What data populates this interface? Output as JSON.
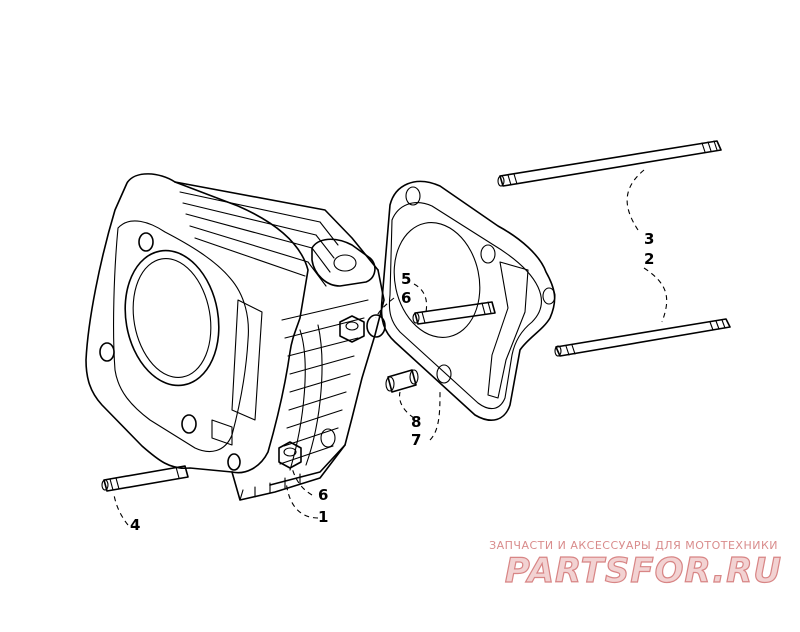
{
  "callouts": {
    "part_1": "1",
    "part_2": "2",
    "part_3": "3",
    "part_4": "4",
    "part_5": "5",
    "part_6_upper": "6",
    "part_6_lower": "6",
    "part_7": "7",
    "part_8": "8"
  },
  "watermark": {
    "tagline": "ЗАПЧАСТИ И АКСЕССУАРЫ ДЛЯ МОТОТЕХНИКИ",
    "brand": "PARTSFOR.RU"
  },
  "colors": {
    "line": "#000000",
    "watermark_fill": "#f2d2d2",
    "watermark_stroke": "#d88585"
  }
}
